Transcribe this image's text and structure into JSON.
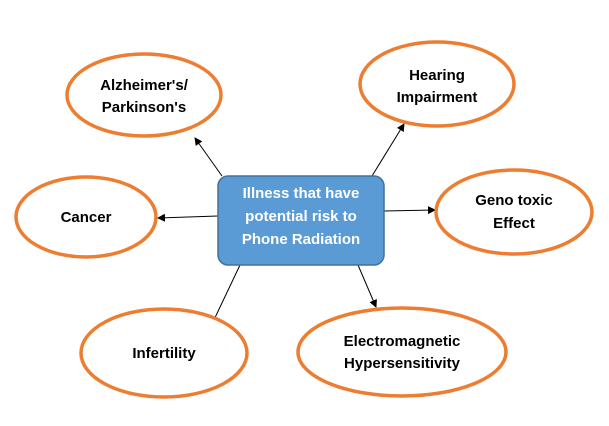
{
  "center": {
    "lines": [
      "Illness that have",
      "potential risk to",
      "Phone Radiation"
    ]
  },
  "nodes": {
    "alzheimers": {
      "lines": [
        "Alzheimer's/",
        "Parkinson's"
      ]
    },
    "hearing": {
      "lines": [
        "Hearing",
        "Impairment"
      ]
    },
    "cancer": {
      "lines": [
        "Cancer"
      ]
    },
    "genotoxic": {
      "lines": [
        "Geno toxic",
        "Effect"
      ]
    },
    "infertility": {
      "lines": [
        "Infertility"
      ]
    },
    "electromagnetic": {
      "lines": [
        "Electromagnetic",
        "Hypersensitivity"
      ]
    }
  },
  "colors": {
    "ellipse_stroke": "#ed7d31",
    "center_fill": "#5b9bd5",
    "center_stroke": "#41719c",
    "arrow": "#000000"
  }
}
